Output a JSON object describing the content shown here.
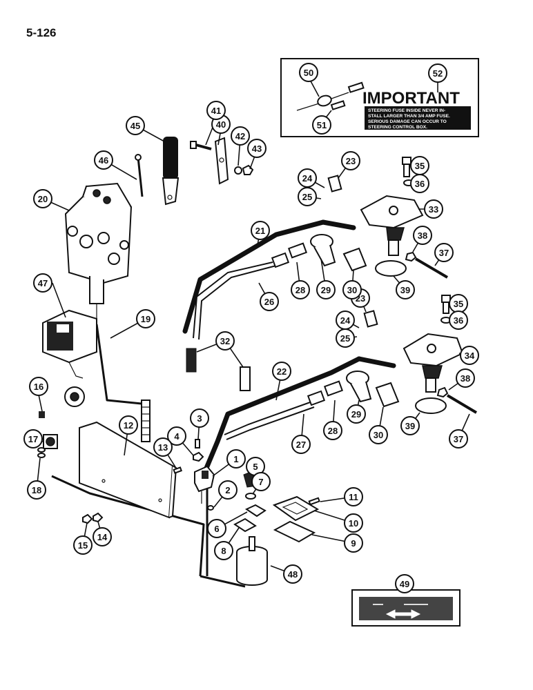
{
  "page_number": "5-126",
  "important_box": {
    "title": "IMPORTANT",
    "lines": [
      "STEERING FUSE INSIDE NEVER IN-",
      "STALL LARGER THAN 3/4 AMP FUSE.",
      "SERIOUS DAMAGE CAN OCCUR TO",
      "STEERING CONTROL BOX."
    ]
  },
  "callouts": [
    {
      "label": "1"
    },
    {
      "label": "2"
    },
    {
      "label": "3"
    },
    {
      "label": "4"
    },
    {
      "label": "5"
    },
    {
      "label": "6"
    },
    {
      "label": "7"
    },
    {
      "label": "8"
    },
    {
      "label": "9"
    },
    {
      "label": "10"
    },
    {
      "label": "11"
    },
    {
      "label": "12"
    },
    {
      "label": "13"
    },
    {
      "label": "14"
    },
    {
      "label": "15"
    },
    {
      "label": "16"
    },
    {
      "label": "17"
    },
    {
      "label": "18"
    },
    {
      "label": "19"
    },
    {
      "label": "20"
    },
    {
      "label": "21"
    },
    {
      "label": "22"
    },
    {
      "label": "23"
    },
    {
      "label": "23"
    },
    {
      "label": "24"
    },
    {
      "label": "24"
    },
    {
      "label": "25"
    },
    {
      "label": "25"
    },
    {
      "label": "26"
    },
    {
      "label": "27"
    },
    {
      "label": "28"
    },
    {
      "label": "28"
    },
    {
      "label": "29"
    },
    {
      "label": "29"
    },
    {
      "label": "30"
    },
    {
      "label": "30"
    },
    {
      "label": "32"
    },
    {
      "label": "33"
    },
    {
      "label": "34"
    },
    {
      "label": "35"
    },
    {
      "label": "35"
    },
    {
      "label": "36"
    },
    {
      "label": "36"
    },
    {
      "label": "37"
    },
    {
      "label": "37"
    },
    {
      "label": "38"
    },
    {
      "label": "38"
    },
    {
      "label": "39"
    },
    {
      "label": "39"
    },
    {
      "label": "40"
    },
    {
      "label": "41"
    },
    {
      "label": "42"
    },
    {
      "label": "43"
    },
    {
      "label": "45"
    },
    {
      "label": "46"
    },
    {
      "label": "47"
    },
    {
      "label": "48"
    },
    {
      "label": "49"
    },
    {
      "label": "50"
    },
    {
      "label": "51"
    },
    {
      "label": "52"
    }
  ]
}
